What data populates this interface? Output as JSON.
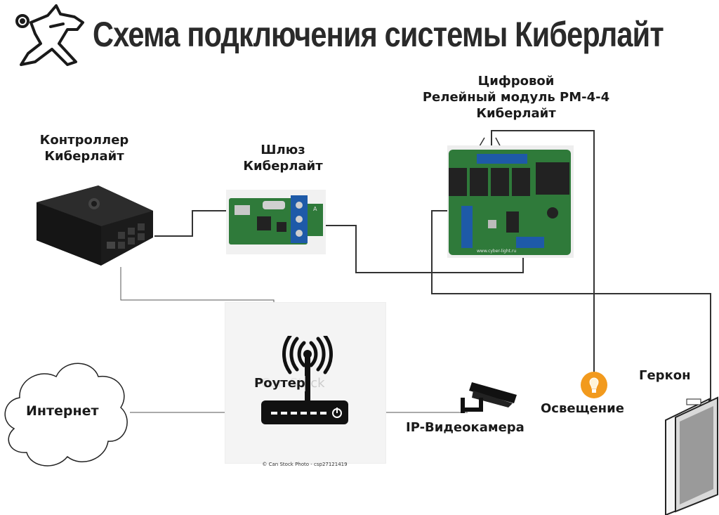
{
  "title": "Схема подключения системы Киберлайт",
  "logo": {
    "icon": "robot-dog-logo-icon"
  },
  "labels": {
    "controller_line1": "Контроллер",
    "controller_line2": "Киберлайт",
    "gateway_line1": "Шлюз",
    "gateway_line2": "Киберлайт",
    "relay_line1": "Цифровой",
    "relay_line2": "Релейный модуль РМ-4-4",
    "relay_line3": "Киберлайт",
    "router": "Роутер",
    "internet": "Интернет",
    "camera": "IP-Видеокамера",
    "light": "Освещение",
    "reed": "Геркон"
  },
  "router_image": {
    "watermark": "Can Stock",
    "credit": "© Can Stock Photo - csp27121419"
  },
  "board_text": {
    "relay_url": "www.cyber-light.ru",
    "gateway_terminal": "A"
  },
  "colors": {
    "board_green": "#2f7a3a",
    "terminal_blue": "#1e5aa8",
    "bulb_orange": "#f29a1d"
  }
}
